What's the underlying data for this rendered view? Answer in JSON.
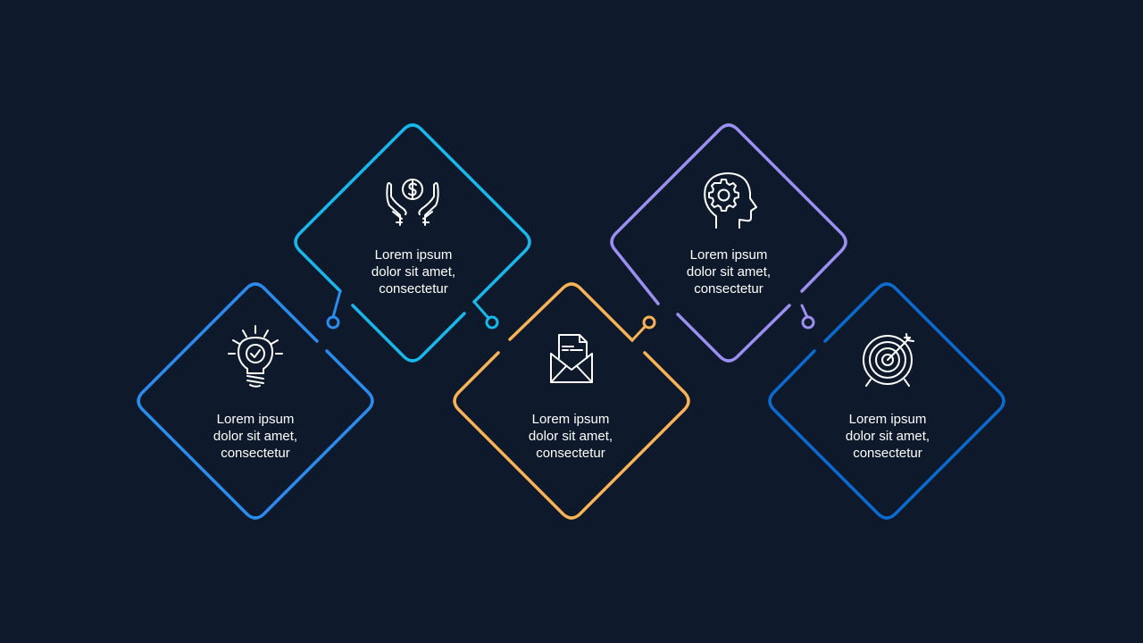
{
  "background": "#0e1a2b",
  "icon_color": "#ffffff",
  "steps": [
    {
      "icon": "lightbulb-check-icon",
      "color": "#2b8cf0",
      "line1": "Lorem ipsum",
      "line2": "dolor sit amet,",
      "line3": "consectetur"
    },
    {
      "icon": "hands-dollar-icon",
      "color": "#17b8ec",
      "line1": "Lorem ipsum",
      "line2": "dolor sit amet,",
      "line3": "consectetur"
    },
    {
      "icon": "envelope-document-icon",
      "color": "#f9b256",
      "line1": "Lorem ipsum",
      "line2": "dolor sit amet,",
      "line3": "consectetur"
    },
    {
      "icon": "head-gear-icon",
      "color": "#9d8ef2",
      "line1": "Lorem ipsum",
      "line2": "dolor sit amet,",
      "line3": "consectetur"
    },
    {
      "icon": "target-arrow-icon",
      "color": "#0a6bd0",
      "line1": "Lorem ipsum",
      "line2": "dolor sit amet,",
      "line3": "consectetur"
    }
  ]
}
